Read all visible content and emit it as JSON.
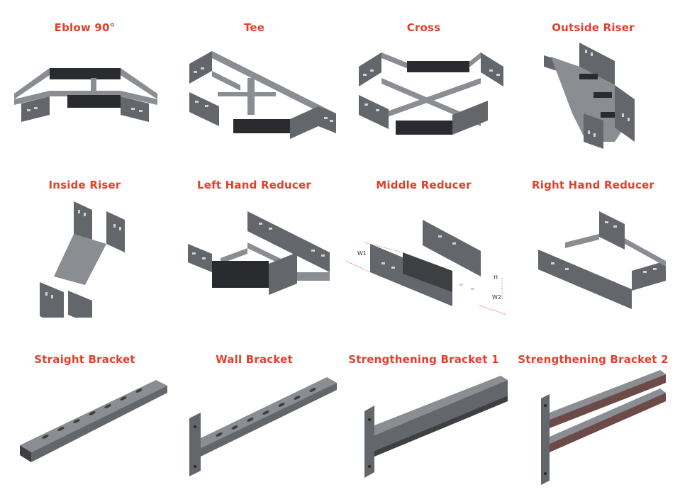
{
  "colors": {
    "label": "#e0412c",
    "metal_light": "#8a8d92",
    "metal_mid": "#63666b",
    "metal_dark": "#3d3f43",
    "rung_dark": "#2a2b2e",
    "accent_brown": "#6b4a48",
    "dimension_line": "#e06a6a"
  },
  "items": [
    {
      "label": "Eblow 90°",
      "icon": "elbow-90-tray-icon"
    },
    {
      "label": "Tee",
      "icon": "tee-tray-icon"
    },
    {
      "label": "Cross",
      "icon": "cross-tray-icon"
    },
    {
      "label": "Outside Riser",
      "icon": "outside-riser-tray-icon"
    },
    {
      "label": "Inside Riser",
      "icon": "inside-riser-tray-icon"
    },
    {
      "label": "Left Hand Reducer",
      "icon": "left-hand-reducer-tray-icon"
    },
    {
      "label": "Middle Reducer",
      "icon": "middle-reducer-tray-icon"
    },
    {
      "label": "Right Hand Reducer",
      "icon": "right-hand-reducer-tray-icon"
    },
    {
      "label": "Straight Bracket",
      "icon": "straight-bracket-icon"
    },
    {
      "label": "Wall Bracket",
      "icon": "wall-bracket-icon"
    },
    {
      "label": "Strengthening Bracket 1",
      "icon": "strengthening-bracket-1-icon"
    },
    {
      "label": "Strengthening Bracket 2",
      "icon": "strengthening-bracket-2-icon"
    }
  ],
  "middle_reducer_dimensions": {
    "w1": "W1",
    "w2": "W2",
    "h": "H"
  }
}
